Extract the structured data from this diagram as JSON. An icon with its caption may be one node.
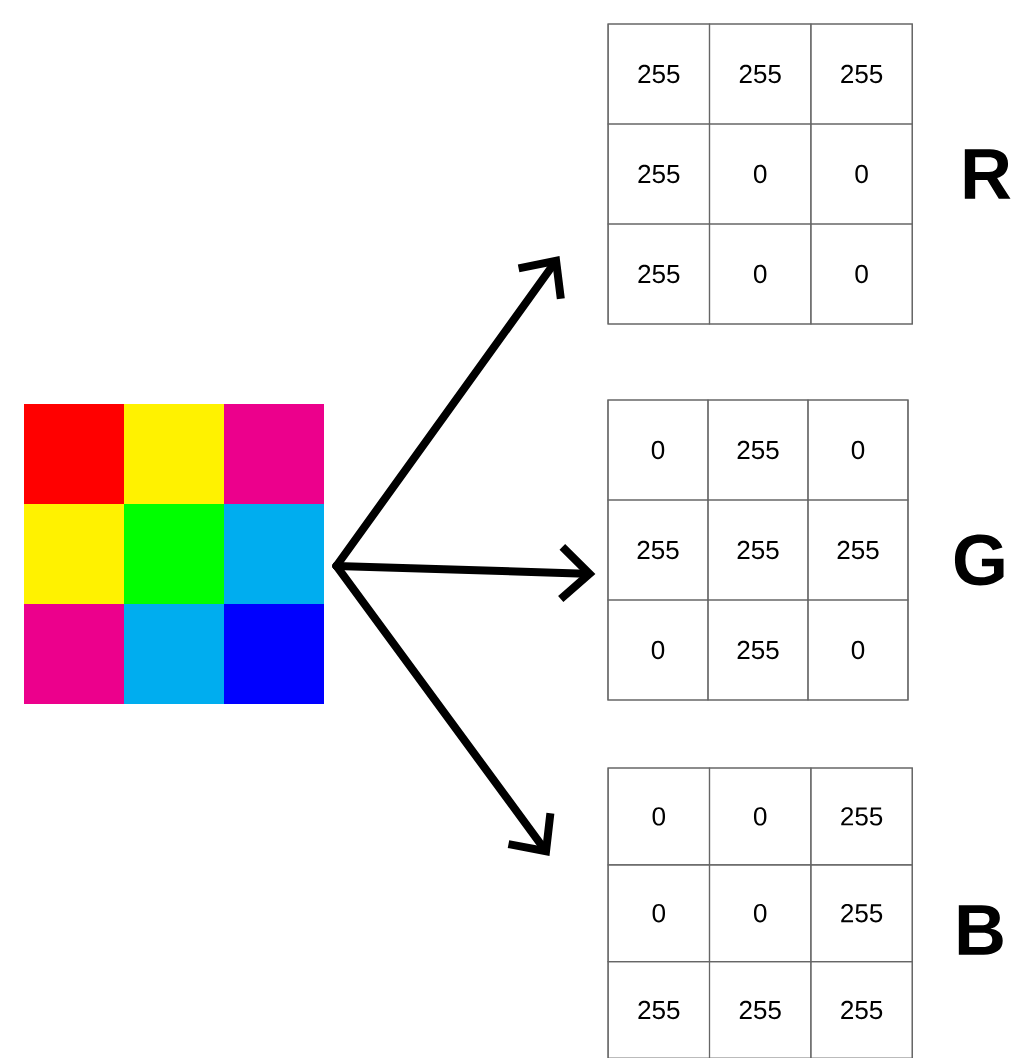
{
  "diagram": {
    "nodes": [
      {
        "text": [],
        "shape": "picture"
      },
      {
        "text": [
          "255",
          "255",
          "255",
          "255",
          "0",
          "0",
          "255",
          "0",
          "0",
          "R"
        ]
      },
      {
        "text": [
          "0",
          "255",
          "0",
          "255",
          "255",
          "255",
          "0",
          "255",
          "0",
          "G"
        ]
      },
      {
        "text": [
          "0",
          "0",
          "255",
          "0",
          "0",
          "255",
          "255",
          "255",
          "255",
          "B"
        ]
      }
    ],
    "edges": [
      {
        "from": 0,
        "to": 1,
        "arrow": "to"
      },
      {
        "from": 0,
        "to": 2,
        "arrow": "to"
      },
      {
        "from": 0,
        "to": 3,
        "arrow": "to"
      }
    ]
  }
}
